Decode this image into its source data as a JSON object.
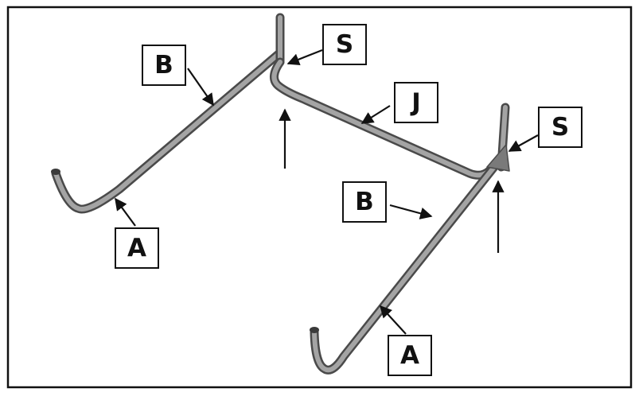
{
  "labels": {
    "b_left": "B",
    "s_top": "S",
    "j": "J",
    "s_right": "S",
    "b_right": "B",
    "a_left": "A",
    "a_right": "A"
  },
  "colors": {
    "frame": "#111111",
    "tube": "#8a8a8a",
    "tube_edge": "#4a4a4a",
    "arrow": "#111111"
  }
}
